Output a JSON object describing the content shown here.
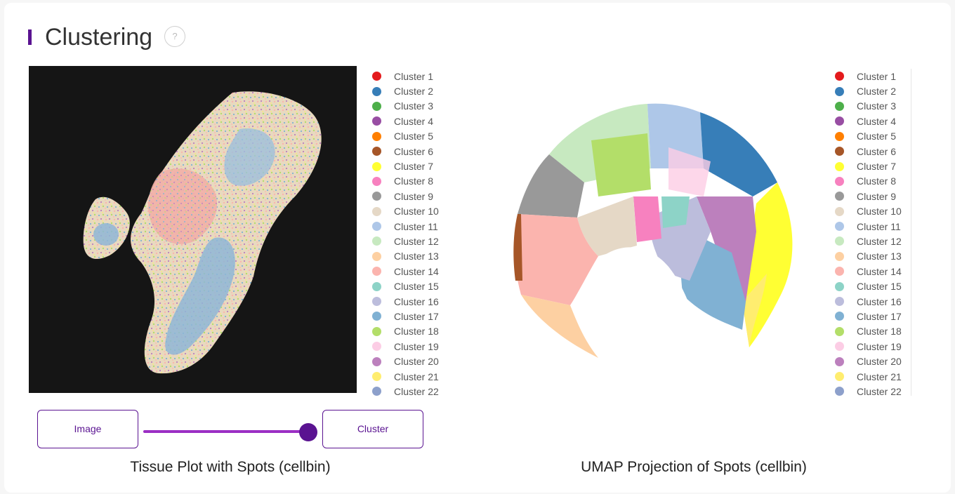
{
  "header": {
    "title": "Clustering",
    "help": "?"
  },
  "clusters": [
    {
      "label": "Cluster 1",
      "color": "#e41a1c"
    },
    {
      "label": "Cluster 2",
      "color": "#377eb8"
    },
    {
      "label": "Cluster 3",
      "color": "#4daf4a"
    },
    {
      "label": "Cluster 4",
      "color": "#984ea3"
    },
    {
      "label": "Cluster 5",
      "color": "#ff7f00"
    },
    {
      "label": "Cluster 6",
      "color": "#a65628"
    },
    {
      "label": "Cluster 7",
      "color": "#ffff33"
    },
    {
      "label": "Cluster 8",
      "color": "#f781bf"
    },
    {
      "label": "Cluster 9",
      "color": "#999999"
    },
    {
      "label": "Cluster 10",
      "color": "#e5d8c6"
    },
    {
      "label": "Cluster 11",
      "color": "#aec7e8"
    },
    {
      "label": "Cluster 12",
      "color": "#c7e9c0"
    },
    {
      "label": "Cluster 13",
      "color": "#fdd0a2"
    },
    {
      "label": "Cluster 14",
      "color": "#fbb4ae"
    },
    {
      "label": "Cluster 15",
      "color": "#8dd3c7"
    },
    {
      "label": "Cluster 16",
      "color": "#bcbddc"
    },
    {
      "label": "Cluster 17",
      "color": "#80b1d3"
    },
    {
      "label": "Cluster 18",
      "color": "#b3de69"
    },
    {
      "label": "Cluster 19",
      "color": "#fccde5"
    },
    {
      "label": "Cluster 20",
      "color": "#bc80bd"
    },
    {
      "label": "Cluster 21",
      "color": "#ffed6f"
    },
    {
      "label": "Cluster 22",
      "color": "#8da0cb"
    }
  ],
  "controls": {
    "image_label": "Image",
    "cluster_label": "Cluster",
    "slider_value": 1
  },
  "captions": {
    "tissue": "Tissue Plot with Spots (cellbin)",
    "umap": "UMAP Projection of Spots (cellbin)"
  }
}
